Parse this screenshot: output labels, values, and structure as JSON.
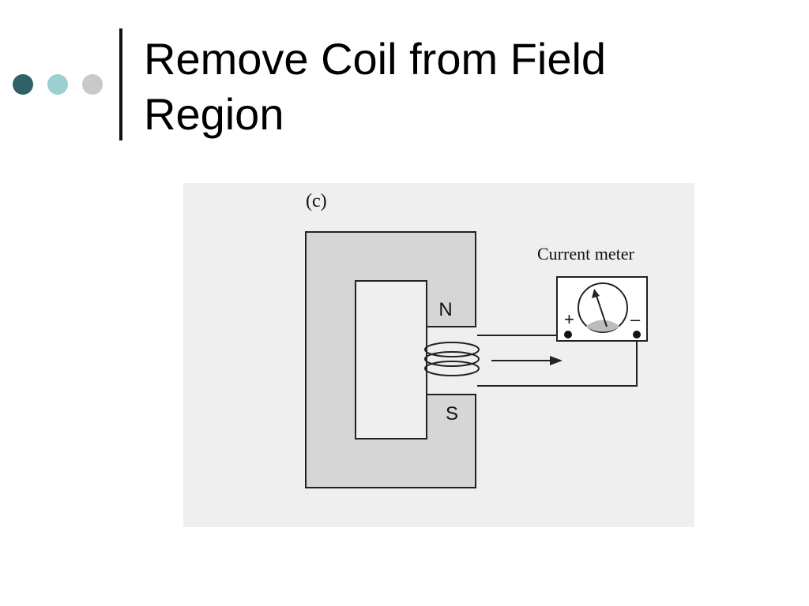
{
  "slide": {
    "title_line1": "Remove Coil from Field",
    "title_line2": "Region"
  },
  "figure": {
    "panel_label": "(c)",
    "north_label": "N",
    "south_label": "S",
    "meter_label": "Current meter",
    "plus_label": "+",
    "minus_label": "–"
  },
  "colors": {
    "dot_dark": "#2f6167",
    "dot_light": "#9ccfd1",
    "dot_gray": "#c9c9c9",
    "figure_bg": "#efefef",
    "magnet_fill": "#d6d6d6"
  },
  "icons": [
    "bullet-dots",
    "magnet-icon",
    "coil-icon",
    "arrow-icon",
    "meter-needle-icon"
  ]
}
